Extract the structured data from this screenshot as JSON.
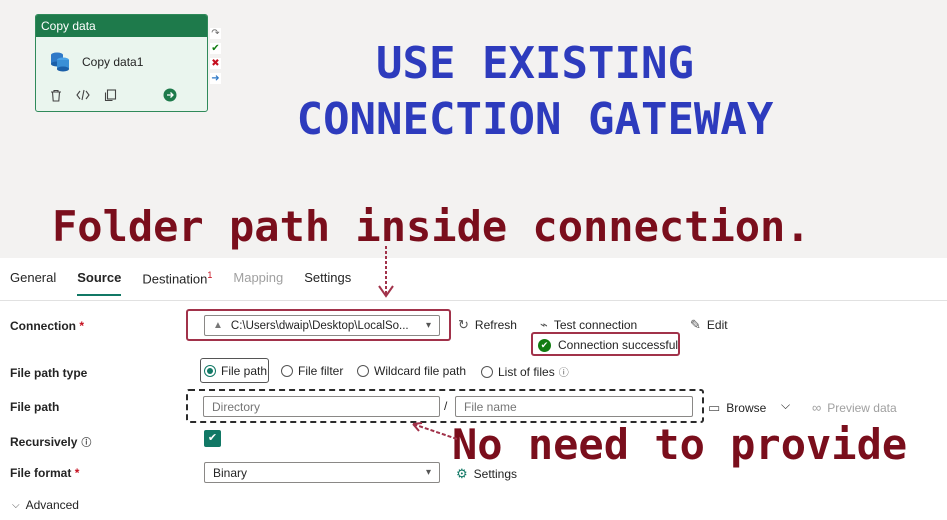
{
  "activity": {
    "header": "Copy data",
    "name": "Copy data1",
    "tools": [
      "delete-icon",
      "code-icon",
      "copy-icon",
      "arrow-right-icon"
    ],
    "ports": [
      "skip-icon",
      "success-icon",
      "fail-icon",
      "complete-icon"
    ]
  },
  "annotations": {
    "top_line1": "USE EXISTING",
    "top_line2": "CONNECTION GATEWAY",
    "folder": "Folder path inside connection.",
    "no_need": "No need to provide"
  },
  "tabs": [
    {
      "label": "General"
    },
    {
      "label": "Source"
    },
    {
      "label": "Destination",
      "badge": "1"
    },
    {
      "label": "Mapping"
    },
    {
      "label": "Settings"
    }
  ],
  "form": {
    "connection_label": "Connection",
    "connection_value": "C:\\Users\\dwaip\\Desktop\\LocalSo...",
    "refresh": "Refresh",
    "test_connection": "Test connection",
    "edit": "Edit",
    "connection_status": "Connection successful",
    "file_path_type_label": "File path type",
    "file_path_type_options": [
      "File path",
      "File filter",
      "Wildcard file path",
      "List of files"
    ],
    "file_path_label": "File path",
    "directory_placeholder": "Directory",
    "file_name_placeholder": "File name",
    "path_separator": "/",
    "browse": "Browse",
    "preview_data": "Preview data",
    "recursively_label": "Recursively",
    "file_format_label": "File format",
    "file_format_value": "Binary",
    "format_settings": "Settings",
    "advanced": "Advanced",
    "required_mark": "*"
  },
  "colors": {
    "accent": "#117865",
    "activity_header": "#1e7a4b",
    "annotation_blue": "#2d3bbd",
    "annotation_red": "#7a0e1c",
    "success": "#107c10"
  }
}
